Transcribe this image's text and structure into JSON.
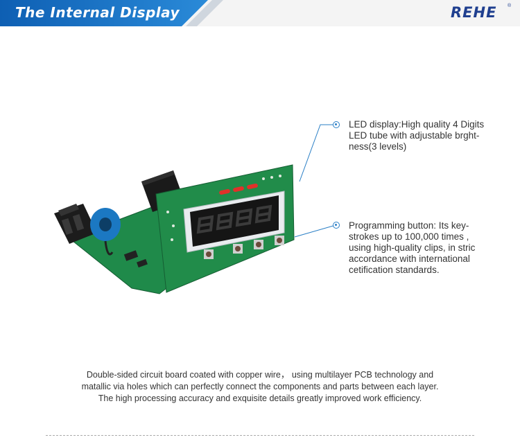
{
  "header": {
    "title": "The Internal Display",
    "brand": "REHE",
    "brand_mark": "®",
    "banner_color": "#1670c4",
    "brand_color": "#1f3f8f"
  },
  "product": {
    "display_digits": "8.8.8.8."
  },
  "callouts": [
    {
      "lines": [
        "LED display:High quality 4 Digits",
        "LED tube with adjustable brght-",
        "ness(3 levels)"
      ]
    },
    {
      "lines": [
        "Programming button:  Its key-",
        "strokes up to 100,000 times ,",
        "using high-quality clips, in stric",
        "accordance with international",
        "cetification standards."
      ]
    }
  ],
  "caption": {
    "lines": [
      "Double-sided circuit board coated with copper wire， using multilayer PCB technology and",
      "matallic via holes which can perfectly connect the components and parts between each layer.",
      "The high processing accuracy and exquisite details greatly improved work efficiency."
    ]
  }
}
